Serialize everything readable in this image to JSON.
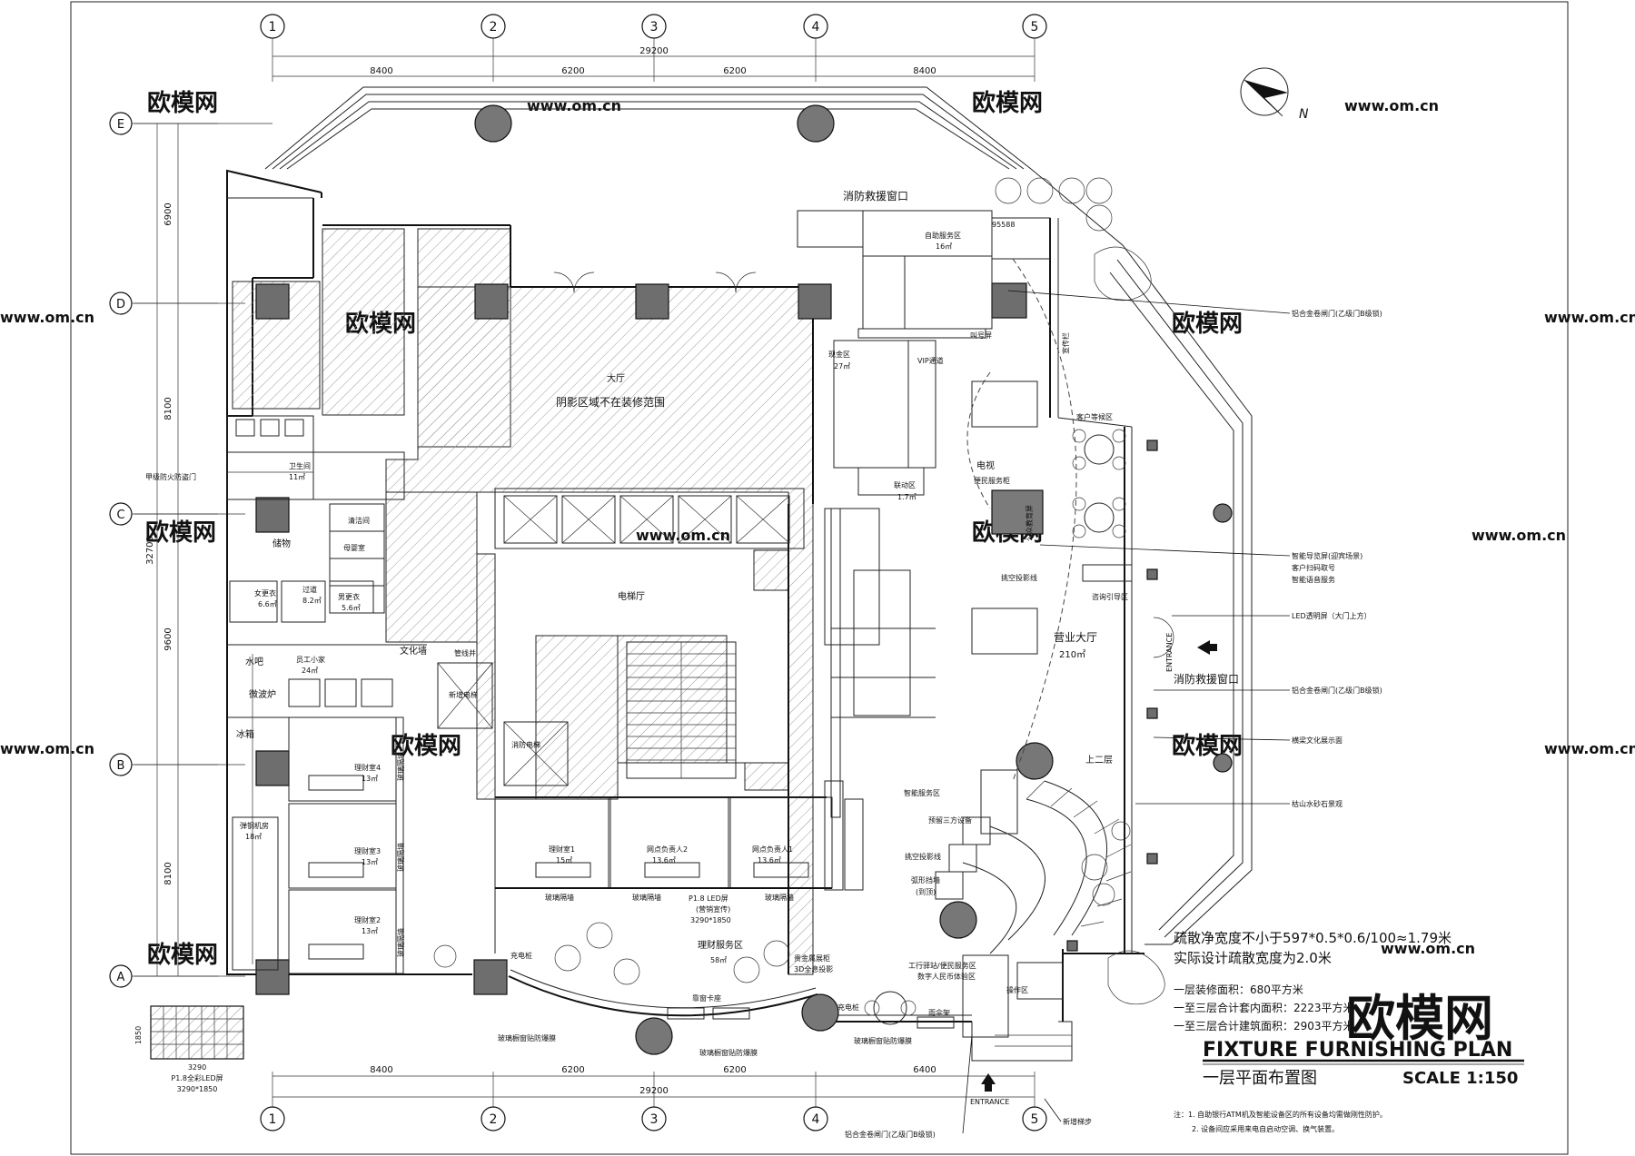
{
  "title": {
    "main": "FIXTURE FURNISHING PLAN",
    "sub": "一层平面布置图",
    "scale": "SCALE 1:150"
  },
  "grid": {
    "columns": [
      "1",
      "2",
      "3",
      "4",
      "5"
    ],
    "rows": [
      "A",
      "B",
      "C",
      "D",
      "E"
    ]
  },
  "dimensions": {
    "total_width": "29200",
    "bays_top": [
      "8400",
      "6200",
      "6200",
      "8400"
    ],
    "bays_bottom": [
      "8400",
      "6200",
      "6200",
      "6400"
    ],
    "rows_left": [
      "8100",
      "9600",
      "8100",
      "6900"
    ],
    "total_depth": "32700"
  },
  "rooms": {
    "hall": "大厅",
    "unfinished_note": "阴影区域不在装修范围",
    "elevator_hall": "电梯厅",
    "business_hall": "营业大厅",
    "business_hall_area": "210㎡",
    "self_service": "自助服务区",
    "self_service_area": "16㎡",
    "cash_area": "现金区",
    "cash_area_size": "27㎡",
    "vip": "VIP通道",
    "linkage": "联动区",
    "linkage_area": "1.7㎡",
    "finance_service": "理财服务区",
    "finance_service_area": "58㎡",
    "finance_room_1": "理财室1",
    "finance_room_1_area": "15㎡",
    "branch_head_2": "网点负责人2",
    "branch_head_2_area": "13.6㎡",
    "branch_head_1": "网点负责人1",
    "branch_head_1_area": "13.6㎡",
    "finance_room_4": "理财室4",
    "finance_room_4_area": "13㎡",
    "finance_room_3": "理财室3",
    "finance_room_3_area": "13㎡",
    "finance_room_2": "理财室2",
    "finance_room_2_area": "13㎡",
    "staff_home": "员工小家",
    "staff_home_area": "24㎡",
    "female_locker": "女更衣",
    "female_locker_area": "6.6㎡",
    "male_locker": "男更衣",
    "male_locker_area": "5.6㎡",
    "corridor": "过道",
    "corridor_area": "8.2㎡",
    "storage": "储物",
    "toilet": "卫生间",
    "toilet_area": "11㎡",
    "cleaning": "清洁间",
    "mother_room": "母婴室",
    "culture_wall": "文化墙",
    "water_bar": "水吧",
    "microwave": "微波炉",
    "fridge": "冰箱",
    "machine_room": "弹钢机房",
    "machine_room_area": "18㎡",
    "new_elevator": "新增电梯",
    "fire_elevator": "消防电梯",
    "pipe_well": "管线井",
    "upstairs": "上二层",
    "smart_service": "智能服务区",
    "operation_area": "操作区",
    "fire_window_top": "消防救援窗口",
    "fire_window_right": "消防救援窗口",
    "fire_shutter_left": "甲级防火防盗门",
    "lobby_manager": "客户等候区",
    "tv": "电视",
    "convenience": "便民服务柜",
    "public_edu": "公众教育屏",
    "consult": "咨询引导区",
    "queue_screen": "叫号屏",
    "promo_bar": "宣传栏",
    "led_screen": "P1.8 LED屏",
    "led_screen_sub": "(营销宣传)",
    "led_screen_size": "3290*1850",
    "glass_wall": "玻璃隔墙",
    "charging_1": "充电桩",
    "charging_2": "充电桩",
    "umbrella": "雨伞架",
    "window_seat": "靠窗卡座",
    "film_1": "玻璃橱窗贴防爆膜",
    "film_2": "玻璃橱窗贴防爆膜",
    "film_3": "玻璃橱窗贴防爆膜",
    "workstation": "工行驿站/便民服务区",
    "digital_rmb": "数字人民币体验区",
    "precious_metal": "贵金属展柜",
    "precious_metal_sub": "3D全息投影",
    "third_party": "预留三方设备",
    "suspended_proj_1": "挑空投影线",
    "suspended_proj_2": "挑空投影线",
    "arc_wall": "弧形挡墙",
    "arc_wall_sub": "(到顶)",
    "number_95588": "95588",
    "entrance_side": "ENTRANCE",
    "entrance_bottom": "ENTRANCE",
    "north_label": "N"
  },
  "callouts": [
    "铝合金卷闸门(乙级门B级锁)",
    "智能导览屏(迎宾场景)",
    "客户扫码取号",
    "智能语音服务",
    "LED透明屏（大门上方）",
    "铝合金卷闸门(乙级门B级锁)",
    "横梁文化展示面",
    "枯山水砂石景观"
  ],
  "evacuation": {
    "line1": "疏散净宽度不小于597*0.5*0.6/100≈1.79米",
    "line2": "实际设计疏散宽度为2.0米"
  },
  "areas": [
    "一层装修面积：680平方米",
    "一至三层合计套内面积：2223平方米",
    "一至三层合计建筑面积：2903平方米"
  ],
  "legend": {
    "led_caption": "P1.8全彩LED屏",
    "led_size": "3290*1850",
    "led_w": "3290",
    "led_h": "1850"
  },
  "bottom_labels": {
    "shutter": "铝合金卷闸门(乙级门B级锁)",
    "new_steps": "新增梯步"
  },
  "notes": [
    "注：1. 自助银行ATM机及智能设备区的所有设备均需做刚性防护。",
    "2. 设备间应采用来电自启动空调、换气装置。"
  ],
  "watermarks": {
    "logo": "欧模网",
    "site": "www.om.cn"
  },
  "colors": {
    "line": "#111111",
    "column_fill": "#6e6e6e",
    "background": "#ffffff"
  }
}
